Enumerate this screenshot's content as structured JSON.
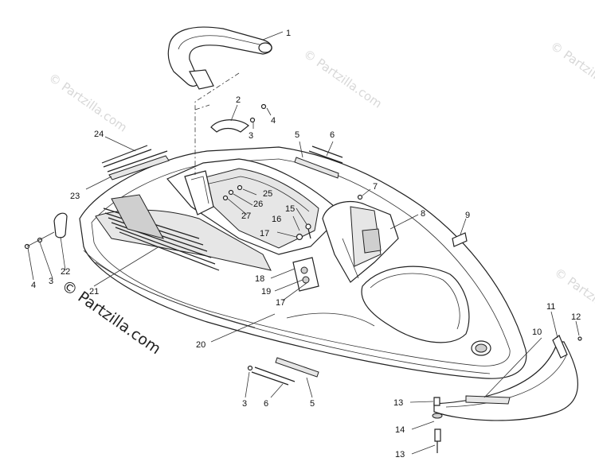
{
  "watermark": {
    "text": "© Partzilla.com",
    "prominent_text": "© Partzilla.com"
  },
  "callouts": {
    "c1": "1",
    "c2": "2",
    "c3a": "3",
    "c3b": "3",
    "c3c": "3",
    "c4a": "4",
    "c4b": "4",
    "c5a": "5",
    "c5b": "5",
    "c6a": "6",
    "c6b": "6",
    "c7": "7",
    "c8": "8",
    "c9": "9",
    "c10": "10",
    "c11": "11",
    "c12": "12",
    "c13a": "13",
    "c13b": "13",
    "c14": "14",
    "c15": "15",
    "c16": "16",
    "c17a": "17",
    "c17b": "17",
    "c18": "18",
    "c19": "19",
    "c20": "20",
    "c21": "21",
    "c22": "22",
    "c23": "23",
    "c24": "24",
    "c25": "25",
    "c26": "26",
    "c27": "27"
  }
}
